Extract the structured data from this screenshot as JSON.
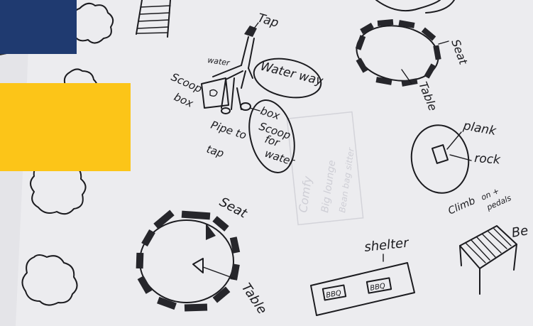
{
  "colors": {
    "paper": "#ededf0",
    "paper_shadow": "#d9d9de",
    "ink": "#1b1b1f",
    "overlay_navy": "#1f3a70",
    "overlay_yellow": "#fcc518"
  },
  "labels": {
    "tap": "Tap",
    "water": "water",
    "waterway": "Water way",
    "scoop_box": [
      "Scoop",
      "box"
    ],
    "box": "box",
    "scoop_for_water": [
      "Scoop",
      "for",
      "water"
    ],
    "pipe_to_tap": [
      "Pipe to",
      "tap"
    ],
    "seat_top": "Seat",
    "table_top": "Table",
    "plank": "plank",
    "rock": "rock",
    "climb": [
      "Climb",
      "on +",
      "pedals"
    ],
    "seat_bottom": "Seat",
    "table_bottom": "Table",
    "shelter": "shelter",
    "bbq_left": "BBQ",
    "bbq_right": "BBQ",
    "bench_right": "Be",
    "faint_back": [
      "Comfy",
      "Big lounge",
      "Bean bag sitter"
    ]
  }
}
